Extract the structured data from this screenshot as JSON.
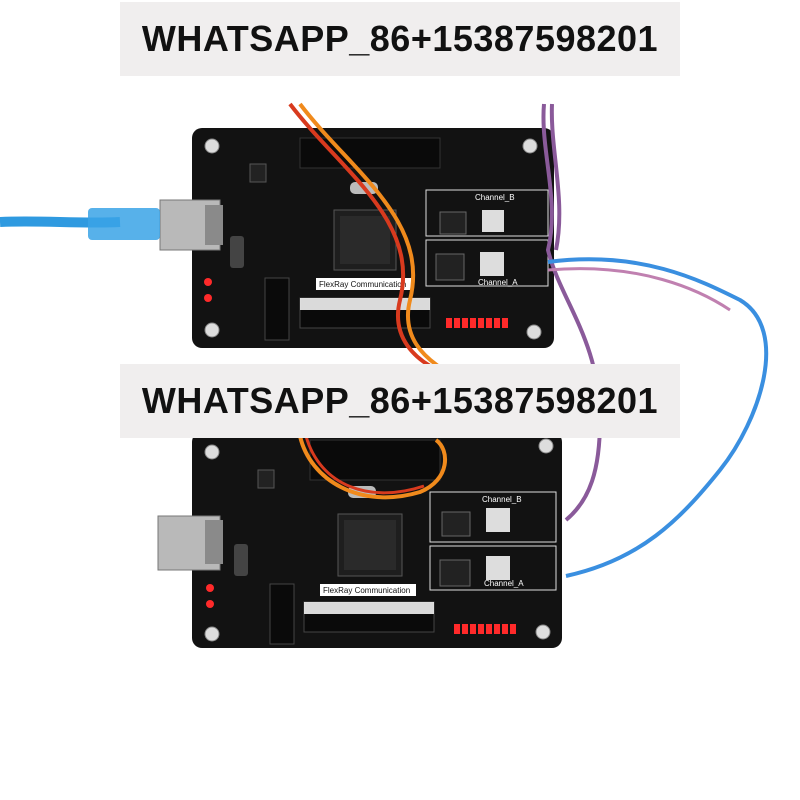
{
  "watermark": {
    "top_text": "WHATSAPP_86+15387598201",
    "middle_text": "WHATSAPP_86+15387598201"
  },
  "boards": [
    {
      "title_label": "FlexRay Communication",
      "channel_b_label": "Channel_B",
      "channel_a_label": "Channel_A",
      "led_count": 8
    },
    {
      "title_label": "FlexRay Communication",
      "channel_b_label": "Channel_B",
      "channel_a_label": "Channel_A",
      "led_count": 8
    }
  ],
  "colors": {
    "pcb": "#121212",
    "led_red": "#ff2a2a",
    "usb_cable": "#2f9ae0",
    "orange_wire": "#f08a1c",
    "red_wire": "#d83a1e",
    "purple_wire": "#8a5a9a",
    "blue_wire": "#3a8fe0"
  }
}
